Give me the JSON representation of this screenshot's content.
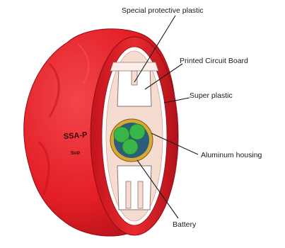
{
  "labels": {
    "special_plastic": "Special protective plastic",
    "pcb": "Printed Circuit Board",
    "super_plastic": "Super plastic",
    "aluminum_housing": "Aluminum housing",
    "battery": "Battery"
  },
  "engraving": {
    "model": "SSA-P",
    "small": "Sup"
  },
  "colors": {
    "shell": "#e41e26",
    "shell_dark": "#b3121a",
    "interior": "#f6dcd0",
    "housing": "#d8a736",
    "battery_cell": "#39b54a",
    "battery_gap": "#2a5e7a"
  }
}
